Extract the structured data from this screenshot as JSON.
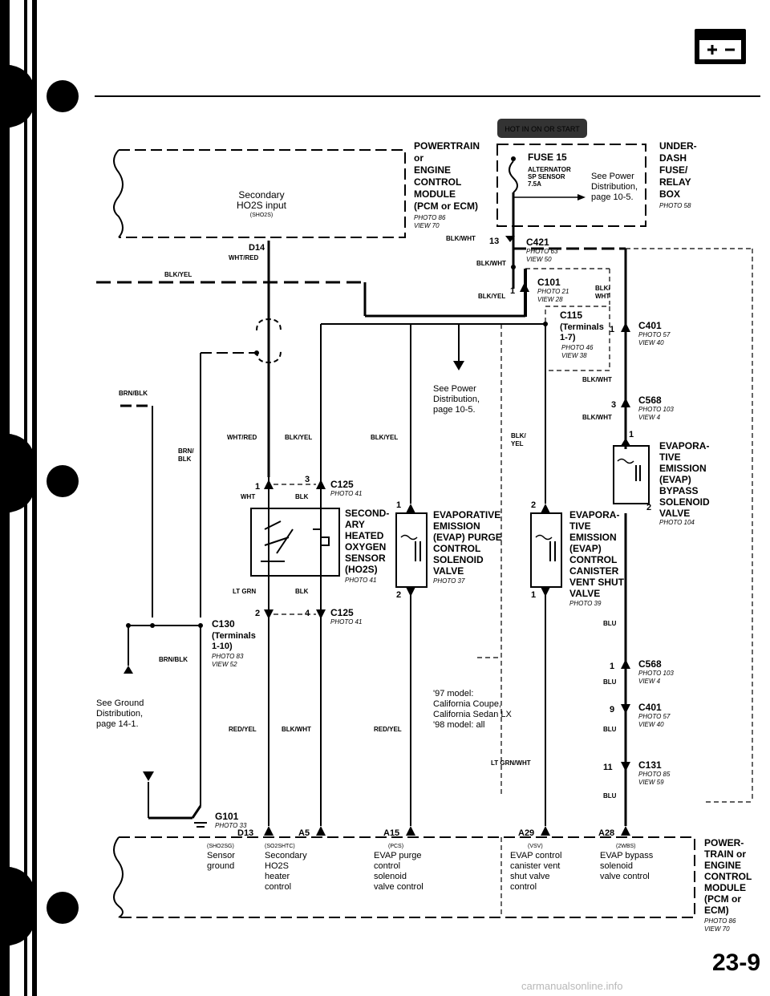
{
  "page_number": "23-9",
  "watermark": "carmanualsonline.info",
  "hot_badge": "HOT IN ON OR START",
  "battery_icon": "battery-icon",
  "pcm_top": {
    "title": [
      "POWERTRAIN",
      "or",
      "ENGINE",
      "CONTROL",
      "MODULE",
      "(PCM or ECM)"
    ],
    "photo": "PHOTO 86",
    "view": "VIEW 70",
    "input_lines": [
      "Secondary",
      "HO2S input"
    ],
    "input_code": "(SHO2S)",
    "pin": "D14"
  },
  "underdash": {
    "title": [
      "UNDER-",
      "DASH",
      "FUSE/",
      "RELAY",
      "BOX"
    ],
    "photo": "PHOTO 58",
    "fuse": "FUSE 15",
    "fuse_sub": [
      "ALTERNATOR",
      "SP SENSOR",
      "7.5A"
    ],
    "see_power": [
      "See Power",
      "Distribution,",
      "page 10-5."
    ]
  },
  "connectors": {
    "c421": {
      "pin": "13",
      "name": "C421",
      "photo": "PHOTO 63",
      "view": "VIEW 50"
    },
    "c101": {
      "pin": "1",
      "name": "C101",
      "photo": "PHOTO 21",
      "view": "VIEW 28"
    },
    "c115": {
      "name": "C115",
      "terms": [
        "(Terminals",
        "1-7)"
      ],
      "photo": "PHOTO 46",
      "view": "VIEW 38"
    },
    "c401a": {
      "pin": "1",
      "name": "C401",
      "photo": "PHOTO 57",
      "view": "VIEW 40"
    },
    "c568a": {
      "pin": "3",
      "name": "C568",
      "photo": "PHOTO 103",
      "view": "VIEW 4"
    },
    "c125a": {
      "pin1": "1",
      "pin3": "3",
      "name": "C125",
      "photo": "PHOTO 41"
    },
    "c125b": {
      "pin2": "2",
      "pin4": "4",
      "name": "C125",
      "photo": "PHOTO 41"
    },
    "c130": {
      "name": "C130",
      "terms": [
        "(Terminals",
        "1-10)"
      ],
      "photo": "PHOTO 83",
      "view": "VIEW 52"
    },
    "c568b": {
      "pin": "1",
      "name": "C568",
      "photo": "PHOTO 103",
      "view": "VIEW 4"
    },
    "c401b": {
      "pin": "9",
      "name": "C401",
      "photo": "PHOTO 57",
      "view": "VIEW 40"
    },
    "c131": {
      "pin": "11",
      "name": "C131",
      "photo": "PHOTO 85",
      "view": "VIEW 59"
    },
    "g101": {
      "name": "G101",
      "photo": "PHOTO 33"
    }
  },
  "wires": {
    "wht_red": "WHT/RED",
    "blk_yel": "BLK/YEL",
    "blk_wht": "BLK/WHT",
    "brn_blk": "BRN/BLK",
    "brn_blk_stack": [
      "BRN/",
      "BLK"
    ],
    "blk_wht_stack": [
      "BLK/",
      "WHT"
    ],
    "blk_yel_stack": [
      "BLK/",
      "YEL"
    ],
    "wht": "WHT",
    "blk": "BLK",
    "lt_grn": "LT GRN",
    "red_yel": "RED/YEL",
    "lt_grn_wht": "LT GRN/WHT",
    "blu": "BLU"
  },
  "components": {
    "ho2s": {
      "title": [
        "SECOND-",
        "ARY",
        "HEATED",
        "OXYGEN",
        "SENSOR",
        "(HO2S)"
      ],
      "photo": "PHOTO 41"
    },
    "purge": {
      "title": [
        "EVAPORATIVE",
        "EMISSION",
        "(EVAP) PURGE",
        "CONTROL",
        "SOLENOID",
        "VALVE"
      ],
      "photo": "PHOTO 37",
      "pin1": "1",
      "pin2": "2"
    },
    "shut": {
      "title": [
        "EVAPORA-",
        "TIVE",
        "EMISSION",
        "(EVAP)",
        "CONTROL",
        "CANISTER",
        "VENT SHUT",
        "VALVE"
      ],
      "photo": "PHOTO 39",
      "pin1": "1",
      "pin2": "2"
    },
    "bypass": {
      "title": [
        "EVAPORA-",
        "TIVE",
        "EMISSION",
        "(EVAP)",
        "BYPASS",
        "SOLENOID",
        "VALVE"
      ],
      "photo": "PHOTO 104",
      "pin1": "1",
      "pin2": "2"
    }
  },
  "see_power2": [
    "See Power",
    "Distribution,",
    "page 10-5."
  ],
  "see_ground": [
    "See Ground",
    "Distribution,",
    "page 14-1."
  ],
  "model_note": [
    "'97 model:",
    "California Coupe,",
    "California Sedan LX",
    "'98 model: all"
  ],
  "pcm_bottom": {
    "pins": [
      "D13",
      "A5",
      "A15",
      "A29",
      "A28"
    ],
    "groups": [
      {
        "code": "(SHO2SG)",
        "lines": [
          "Sensor",
          "ground"
        ]
      },
      {
        "code": "(SO2SHTC)",
        "lines": [
          "Secondary",
          "HO2S",
          "heater",
          "control"
        ]
      },
      {
        "code": "(PCS)",
        "lines": [
          "EVAP purge",
          "control",
          "solenoid",
          "valve control"
        ]
      },
      {
        "code": "(VSV)",
        "lines": [
          "EVAP control",
          "canister vent",
          "shut valve",
          "control"
        ]
      },
      {
        "code": "(2WBS)",
        "lines": [
          "EVAP bypass",
          "solenoid",
          "valve control"
        ]
      }
    ],
    "title": [
      "POWER-",
      "TRAIN or",
      "ENGINE",
      "CONTROL",
      "MODULE",
      "(PCM or",
      "ECM)"
    ],
    "photo": "PHOTO 86",
    "view": "VIEW 70"
  }
}
